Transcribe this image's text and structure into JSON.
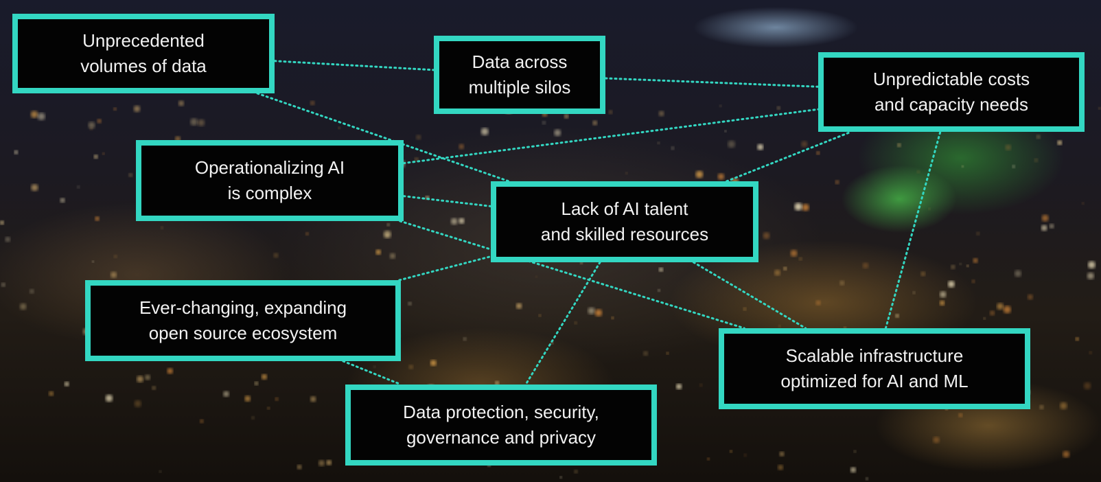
{
  "diagram": {
    "accent_color": "#33d7c2",
    "box_fill": "#030303",
    "text_color": "#f2f2f2",
    "nodes": {
      "n1": {
        "text": "Unprecedented\nvolumes of data"
      },
      "n2": {
        "text": "Data across\nmultiple silos"
      },
      "n3": {
        "text": "Unpredictable costs\nand capacity needs"
      },
      "n4": {
        "text": "Operationalizing AI\nis complex"
      },
      "n5": {
        "text": "Lack of AI talent\nand skilled resources"
      },
      "n6": {
        "text": "Ever-changing, expanding\nopen source ecosystem"
      },
      "n7": {
        "text": "Scalable infrastructure\noptimized for AI and ML"
      },
      "n8": {
        "text": "Data protection, security,\ngovernance and privacy"
      }
    },
    "edges": [
      [
        "n1",
        "n2"
      ],
      [
        "n1",
        "n5"
      ],
      [
        "n2",
        "n3"
      ],
      [
        "n4",
        "n3"
      ],
      [
        "n4",
        "n5"
      ],
      [
        "n4",
        "n7"
      ],
      [
        "n5",
        "n3"
      ],
      [
        "n5",
        "n8"
      ],
      [
        "n5",
        "n7"
      ],
      [
        "n6",
        "n5"
      ],
      [
        "n6",
        "n8"
      ],
      [
        "n7",
        "n3"
      ]
    ]
  }
}
